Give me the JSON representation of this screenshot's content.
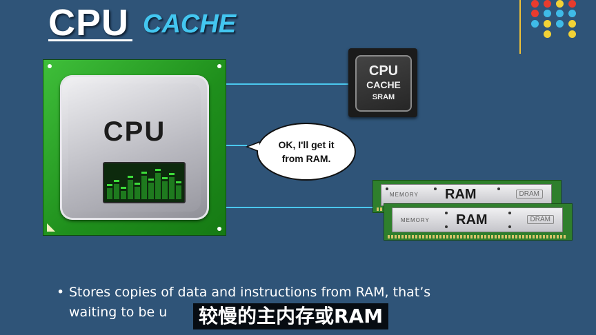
{
  "title": {
    "cpu": "CPU",
    "cache": "CACHE"
  },
  "cpu_chip": {
    "label": "CPU"
  },
  "cache_chip": {
    "line1": "CPU",
    "line2": "CACHE",
    "line3": "SRAM"
  },
  "bubble": {
    "line1": "OK, I'll get it",
    "line2": "from RAM."
  },
  "ram_modules": [
    {
      "memory_label": "MEMORY",
      "name": "RAM",
      "type": "DRAM"
    },
    {
      "memory_label": "MEMORY",
      "name": "RAM",
      "type": "DRAM"
    }
  ],
  "bullet": {
    "line1": "Stores copies of data and instructions from RAM, that’s",
    "line2": "waiting to be u"
  },
  "subtitle": "较慢的主内存或RAM",
  "colors": {
    "background": "#2f5478",
    "cache_title": "#43c6f0",
    "connector": "#4bc8ee",
    "board_green": "#1f8f1c"
  }
}
